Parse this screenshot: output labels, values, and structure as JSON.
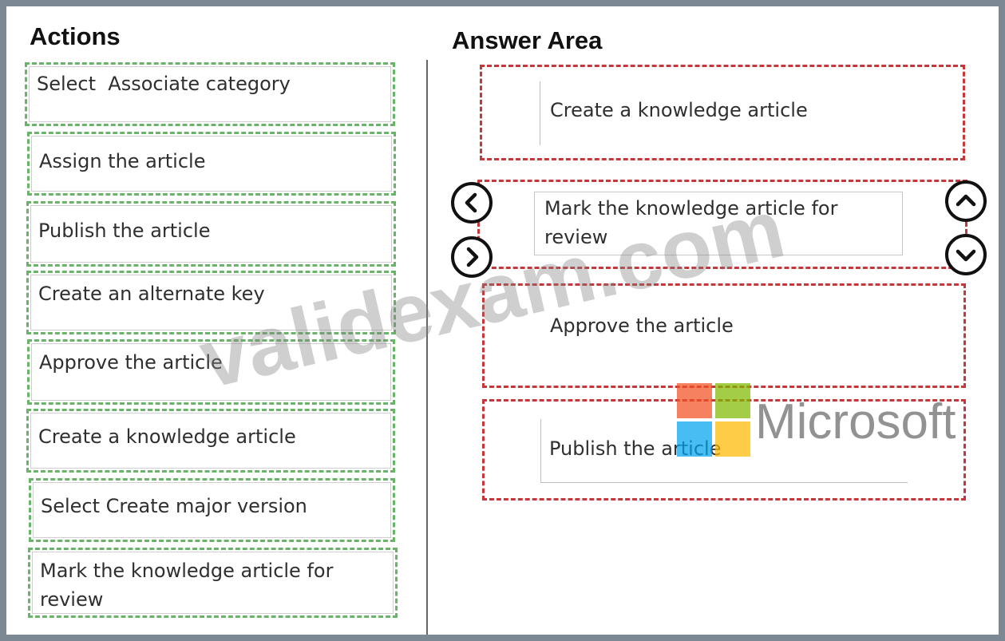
{
  "actions": {
    "heading": "Actions",
    "items": [
      {
        "label": "Select  Associate category"
      },
      {
        "label": "Assign the article"
      },
      {
        "label": "Publish the article"
      },
      {
        "label": "Create an alternate key"
      },
      {
        "label": "Approve the article"
      },
      {
        "label": "Create a knowledge article"
      },
      {
        "label": "Select Create major version"
      },
      {
        "label": "Mark the knowledge article for review"
      }
    ]
  },
  "answer_area": {
    "heading": "Answer Area",
    "slots": [
      {
        "label": "Create a knowledge article"
      },
      {
        "label": "Mark the knowledge article for review"
      },
      {
        "label": "Approve the article"
      },
      {
        "label": "Publish the article"
      }
    ]
  },
  "controls": {
    "move_left_icon": "chevron-left-icon",
    "move_right_icon": "chevron-right-icon",
    "move_up_icon": "chevron-up-icon",
    "move_down_icon": "chevron-down-icon"
  },
  "watermarks": {
    "site": "validexam.com",
    "brand": "Microsoft"
  },
  "colors": {
    "action_border": "#6ab46a",
    "slot_border": "#c4373b",
    "frame": "#7c8893"
  }
}
